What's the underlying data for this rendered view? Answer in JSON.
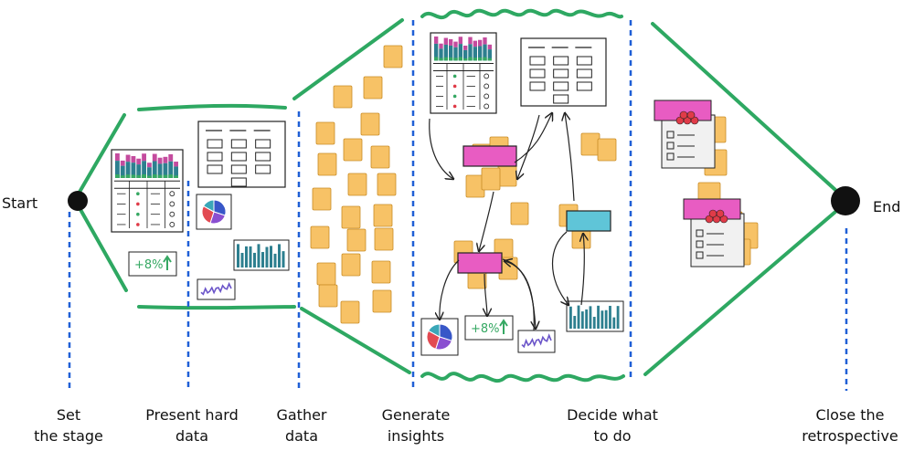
{
  "start_label": "Start",
  "end_label": "End",
  "phases": [
    {
      "id": "set-the-stage",
      "label": "Set\nthe stage"
    },
    {
      "id": "present-hard-data",
      "label": "Present hard\ndata"
    },
    {
      "id": "gather-data",
      "label": "Gather\ndata"
    },
    {
      "id": "generate-insights",
      "label": "Generate\ninsights"
    },
    {
      "id": "decide-what-to-do",
      "label": "Decide what\nto do"
    },
    {
      "id": "close-the-retrospective",
      "label": "Close the\nretrospective"
    }
  ],
  "metric_text": "+8%",
  "colors": {
    "outline": "#2ea862",
    "divider": "#1f5fd6",
    "sticky": "#f7c266",
    "sticky_border": "#c98d27",
    "pink": "#e85cc2",
    "cyan": "#5fc5d8",
    "red_dot": "#e03b48",
    "bar_teal": "#2d7f8f",
    "bar_pink": "#c44b9e",
    "bar_green": "#36a863",
    "pie_blue": "#3857c8",
    "pie_purple": "#8a4fd1",
    "pie_red": "#e24a52",
    "pie_teal": "#3aa7b8",
    "sparkline": "#6b55c9",
    "ink": "#222222"
  }
}
